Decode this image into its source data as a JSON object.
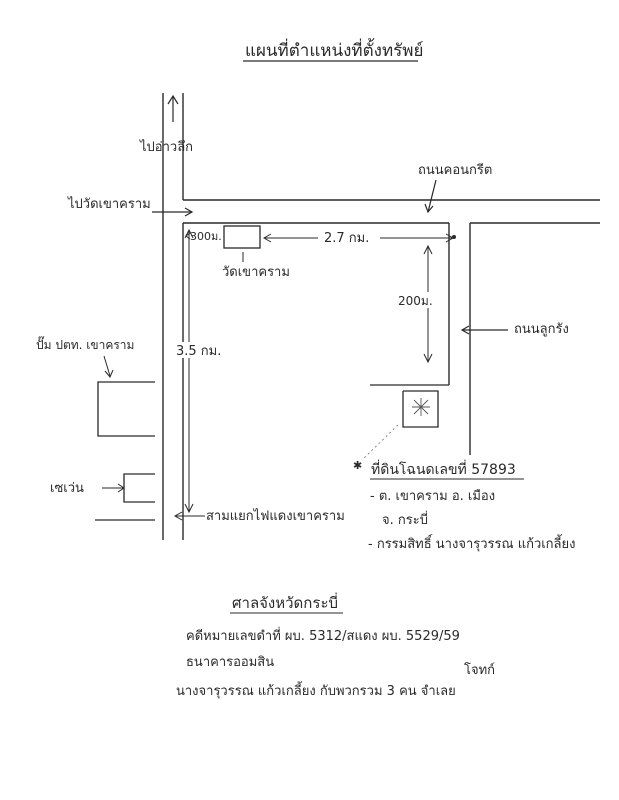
{
  "title": "แผนที่ตำแหน่งที่ตั้งทรัพย์",
  "labels": {
    "road_north": "ไปอ่าวลึก",
    "road_west": "ไปวัดเขาคราม",
    "concrete_road": "ถนนคอนกรีต",
    "laterite_road": "ถนนลูกรัง",
    "dist_300": "300ม.",
    "dist_2_7": "2.7 กม.",
    "dist_200": "200ม.",
    "dist_3_5": "3.5 กม.",
    "temple": "วัดเขาคราม",
    "gas_station": "ปั๊ม ปตท. เขาคราม",
    "seven_eleven": "เซเว่น",
    "intersection": "สามแยกไฟแดงเขาคราม"
  },
  "property": {
    "title": "ที่ดินโฉนดเลขที่ 57893",
    "line1": "- ต. เขาคราม   อ. เมือง",
    "line2": "จ. กระบี่",
    "line3": "- กรรมสิทธิ์  นางจารุวรรณ  แก้วเกลี้ยง"
  },
  "footer": {
    "court": "ศาลจังหวัดกระบี่",
    "case": "คดีหมายเลขดำที่ ผบ. 5312/สแดง  ผบ. 5529/59",
    "plaintiff": "ธนาคารออมสิน",
    "role": "โจทก์",
    "defendant": "นางจารุวรรณ  แก้วเกลี้ยง กับพวกรวม 3 คน  จำเลย"
  },
  "colors": {
    "ink": "#2a2a2a"
  }
}
